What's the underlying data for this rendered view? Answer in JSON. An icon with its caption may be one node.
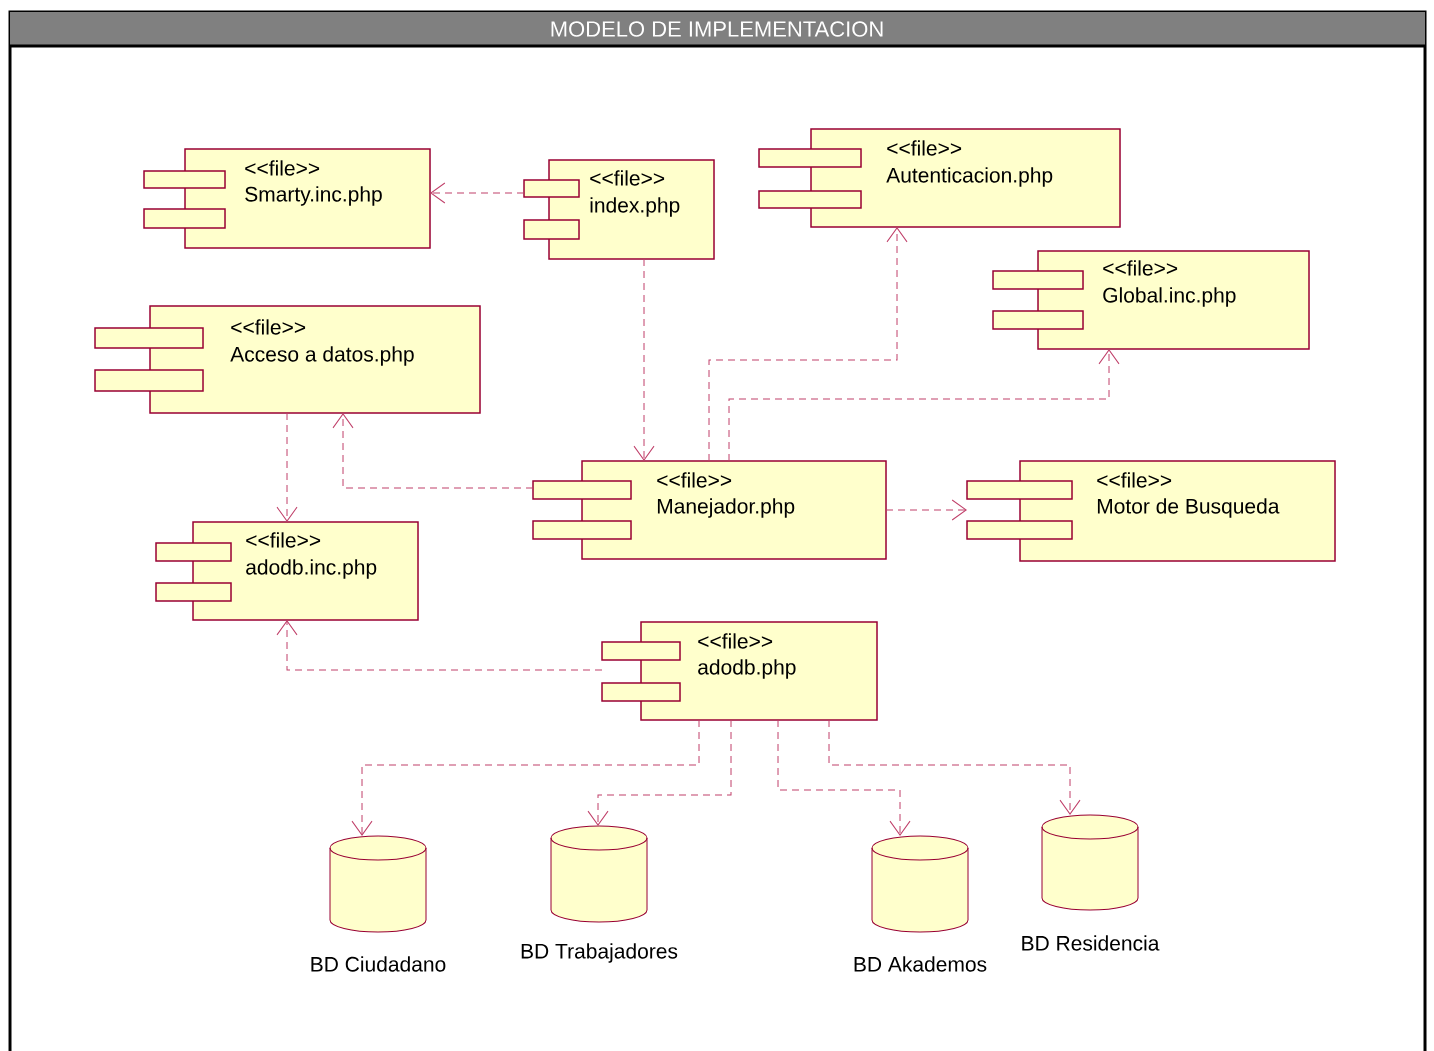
{
  "diagram": {
    "title": "MODELO DE IMPLEMENTACION",
    "nodes": [
      {
        "text": [
          "<<file>>",
          "Smarty.inc.php"
        ]
      },
      {
        "text": [
          "<<file>>",
          "index.php"
        ]
      },
      {
        "text": [
          "<<file>>",
          "Autenticacion.php"
        ]
      },
      {
        "text": [
          "<<file>>",
          "Global.inc.php"
        ]
      },
      {
        "text": [
          "<<file>>",
          "Acceso a datos.php"
        ]
      },
      {
        "text": [
          "<<file>>",
          "Manejador.php"
        ]
      },
      {
        "text": [
          "<<file>>",
          "Motor de Busqueda"
        ]
      },
      {
        "text": [
          "<<file>>",
          "adodb.inc.php"
        ]
      },
      {
        "text": [
          "<<file>>",
          "adodb.php"
        ]
      },
      {
        "text": [
          "BD Ciudadano"
        ]
      },
      {
        "text": [
          "BD Trabajadores"
        ]
      },
      {
        "text": [
          "BD Akademos"
        ]
      },
      {
        "text": [
          "BD Residencia"
        ]
      }
    ],
    "edges": [
      {
        "from": 1,
        "to": 0,
        "arrow": "to"
      },
      {
        "from": 1,
        "to": 5,
        "arrow": "to"
      },
      {
        "from": 5,
        "to": 2,
        "arrow": "to"
      },
      {
        "from": 5,
        "to": 3,
        "arrow": "to"
      },
      {
        "from": 5,
        "to": 4,
        "arrow": "to"
      },
      {
        "from": 4,
        "to": 7,
        "arrow": "to"
      },
      {
        "from": 5,
        "to": 6,
        "arrow": "to"
      },
      {
        "from": 8,
        "to": 7,
        "arrow": "to"
      },
      {
        "from": 8,
        "to": 9,
        "arrow": "to"
      },
      {
        "from": 8,
        "to": 10,
        "arrow": "to"
      },
      {
        "from": 8,
        "to": 11,
        "arrow": "to"
      },
      {
        "from": 8,
        "to": 12,
        "arrow": "to"
      }
    ]
  }
}
